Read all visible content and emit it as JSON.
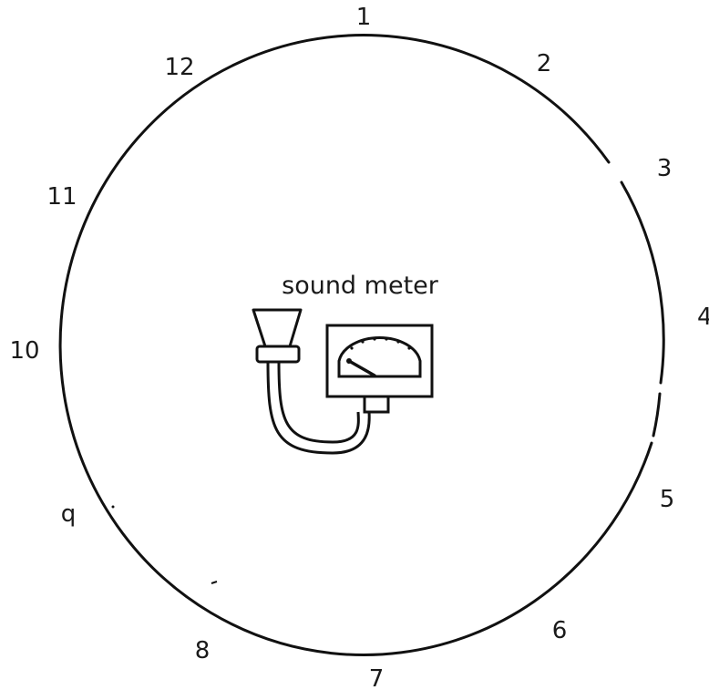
{
  "diagram": {
    "meter_label": "sound meter",
    "positions": [
      "1",
      "2",
      "3",
      "4",
      "5",
      "6",
      "7",
      "8",
      "q",
      "10",
      "11",
      "12"
    ]
  }
}
